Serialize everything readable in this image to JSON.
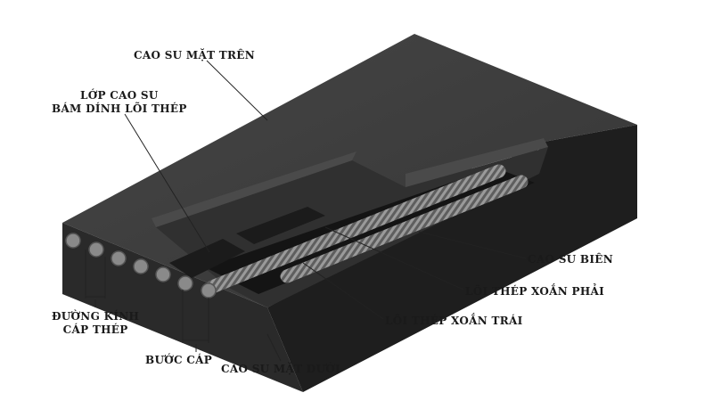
{
  "labels": {
    "top_cover": "CAO SU MẶT TRÊN",
    "adhesion_line1": "LỚP CAO SU",
    "adhesion_line2": "BÁM DÍNH LÕI THÉP",
    "edge_rubber": "CAO SU BIÊN",
    "right_lay_cord": "LÕI THÉP XOẮN PHẢI",
    "left_lay_cord": "LÕI THÉP XOẮN TRÁI",
    "cord_diameter_line1": "ĐƯỜNG KÍNH",
    "cord_diameter_line2": "CÁP THÉP",
    "cord_pitch": "BƯỚC CÁP",
    "bottom_cover": "CAO SU MẶT DƯỚI"
  },
  "colors": {
    "belt_top": "#3f3f3f",
    "belt_front": "#262626",
    "belt_side": "#1c1c1c",
    "cord": "#8c8c8c",
    "label_text": "#1a1a1a",
    "leader_line": "#222222"
  }
}
